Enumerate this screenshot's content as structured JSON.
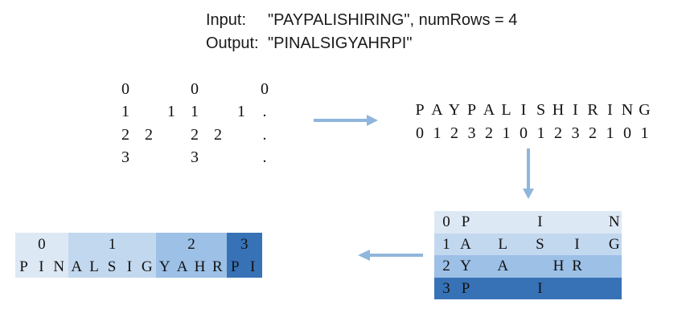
{
  "header": {
    "input_label": "Input:",
    "input_value": "\"PAYPALISHIRING\", numRows = 4",
    "output_label": "Output:",
    "output_value": "\"PINALSIGYAHRPI\""
  },
  "zigzag": {
    "rows": [
      [
        "0",
        "",
        "",
        "",
        "0",
        "",
        "",
        "",
        "0"
      ],
      [
        "1",
        "",
        "",
        "1",
        "1",
        "",
        "",
        "1",
        "."
      ],
      [
        "2",
        "2",
        "",
        "",
        "2",
        "2",
        "",
        "",
        "."
      ],
      [
        "3",
        "",
        "",
        "",
        "3",
        "",
        "",
        "",
        "."
      ]
    ]
  },
  "sequence": {
    "letters": [
      "P",
      "A",
      "Y",
      "P",
      "A",
      "L",
      "I",
      "S",
      "H",
      "I",
      "R",
      "I",
      "N",
      "G"
    ],
    "indices": [
      "0",
      "1",
      "2",
      "3",
      "2",
      "1",
      "0",
      "1",
      "2",
      "3",
      "2",
      "1",
      "0",
      "1"
    ]
  },
  "row_table": {
    "rows": [
      {
        "index": "0",
        "cells": [
          "P",
          "",
          "",
          "",
          "I",
          "",
          "",
          "",
          "N"
        ],
        "color": "#dde8f5"
      },
      {
        "index": "1",
        "cells": [
          "A",
          "",
          "L",
          "",
          "S",
          "",
          "I",
          "",
          "G"
        ],
        "color": "#c2d8ef"
      },
      {
        "index": "2",
        "cells": [
          "Y",
          "",
          "A",
          "",
          "",
          "H",
          "R",
          "",
          ""
        ],
        "color": "#9cc0e6"
      },
      {
        "index": "3",
        "cells": [
          "P",
          "",
          "",
          "",
          "I",
          "",
          "",
          "",
          ""
        ],
        "color": "#3872b6"
      }
    ]
  },
  "result": {
    "groups": [
      {
        "index": "0",
        "letters": [
          "P",
          "I",
          "N"
        ],
        "color": "#dde8f5"
      },
      {
        "index": "1",
        "letters": [
          "A",
          "L",
          "S",
          "I",
          "G"
        ],
        "color": "#c2d8ef"
      },
      {
        "index": "2",
        "letters": [
          "Y",
          "A",
          "H",
          "R"
        ],
        "color": "#9cc0e6"
      },
      {
        "index": "3",
        "letters": [
          "P",
          "I"
        ],
        "color": "#3872b6"
      }
    ]
  },
  "colors": {
    "arrow": "#8fb6dc",
    "text": "#111111"
  }
}
